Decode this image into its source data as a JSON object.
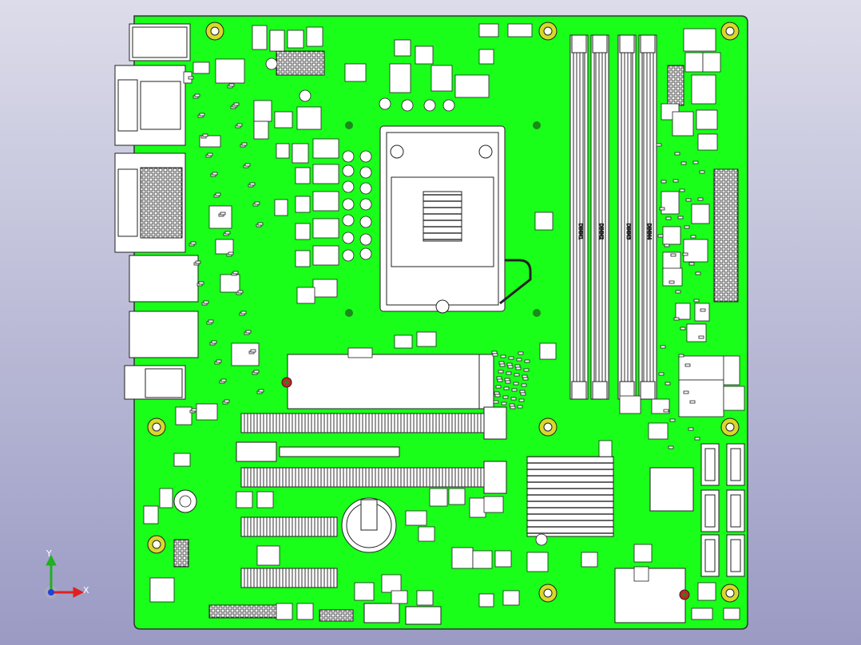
{
  "viewport": {
    "background_top": "#dcdcea",
    "background_bottom": "#9a9ac4"
  },
  "board": {
    "pcb_color": "#19ff19",
    "outline_color": "#333333",
    "component_fill": "#ffffff",
    "component_stroke": "#222222",
    "mount_hole_ring": "#d8d82a",
    "fiducial_color": "#cc2222"
  },
  "triad": {
    "x_label": "X",
    "y_label": "Y",
    "x_color": "#e02020",
    "y_color": "#20b020",
    "z_color": "#2040e0"
  },
  "silkscreen": {
    "dimm_labels": [
      "DIMM1",
      "DIMM2",
      "DIMM3",
      "DIMM4"
    ]
  }
}
